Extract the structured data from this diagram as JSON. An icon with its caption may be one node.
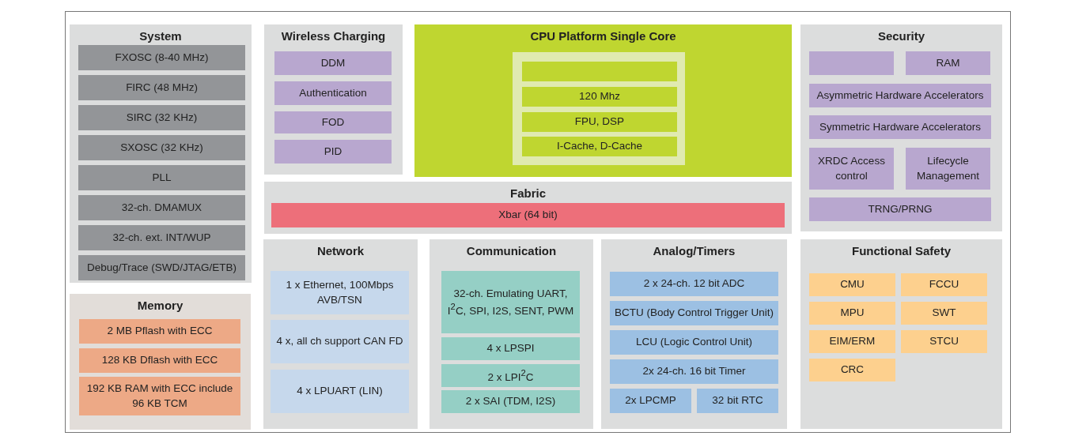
{
  "diagram": {
    "nodes": [
      {
        "text": [
          "System"
        ]
      },
      {
        "text": [
          "FXOSC (8-40 MHz)"
        ],
        "in": 0
      },
      {
        "text": [
          "FIRC (48 MHz)"
        ],
        "in": 0
      },
      {
        "text": [
          "SIRC (32 KHz)"
        ],
        "in": 0
      },
      {
        "text": [
          "SXOSC (32 KHz)"
        ],
        "in": 0
      },
      {
        "text": [
          "PLL"
        ],
        "in": 0
      },
      {
        "text": [
          "32-ch. DMAMUX"
        ],
        "in": 0
      },
      {
        "text": [
          "32-ch. ext. INT/WUP"
        ],
        "in": 0
      },
      {
        "text": [
          "Debug/Trace (SWD/JTAG/ETB)"
        ],
        "in": 0
      },
      {
        "text": [
          "Memory"
        ]
      },
      {
        "text": [
          "2 MB Pflash with ECC"
        ],
        "in": 9
      },
      {
        "text": [
          "128 KB Dflash with ECC"
        ],
        "in": 9
      },
      {
        "text": [
          "192 KB RAM with ECC include 96 KB TCM"
        ],
        "in": 9
      },
      {
        "text": [
          "Wireless Charging"
        ]
      },
      {
        "text": [
          "DDM"
        ],
        "in": 13
      },
      {
        "text": [
          "Authentication"
        ],
        "in": 13
      },
      {
        "text": [
          "FOD"
        ],
        "in": 13
      },
      {
        "text": [
          "PID"
        ],
        "in": 13
      },
      {
        "text": [
          "CPU Platform Single Core"
        ]
      },
      {
        "text": [],
        "shape": "box",
        "in": 18
      },
      {
        "text": [
          "120 Mhz"
        ],
        "in": 18
      },
      {
        "text": [
          "FPU, DSP"
        ],
        "in": 18
      },
      {
        "text": [
          "I-Cache, D-Cache"
        ],
        "in": 18
      },
      {
        "text": [
          "Fabric"
        ]
      },
      {
        "text": [
          "Xbar (64 bit)"
        ],
        "in": 23
      },
      {
        "text": [
          "Security"
        ]
      },
      {
        "text": [],
        "shape": "box",
        "in": 25
      },
      {
        "text": [
          "RAM"
        ],
        "in": 25
      },
      {
        "text": [
          "Asymmetric Hardware Accelerators"
        ],
        "in": 25
      },
      {
        "text": [
          "Symmetric Hardware Accelerators"
        ],
        "in": 25
      },
      {
        "text": [
          "XRDC Access control"
        ],
        "in": 25
      },
      {
        "text": [
          "Lifecycle Management"
        ],
        "in": 25
      },
      {
        "text": [
          "TRNG/PRNG"
        ],
        "in": 25
      },
      {
        "text": [
          "Network"
        ]
      },
      {
        "text": [
          "1 x Ethernet, 100Mbps AVB/TSN"
        ],
        "in": 33
      },
      {
        "text": [
          "4 x, all ch support CAN FD"
        ],
        "in": 33
      },
      {
        "text": [
          "4 x LPUART (LIN)"
        ],
        "in": 33
      },
      {
        "text": [
          "Communication"
        ]
      },
      {
        "text": [
          "32-ch. Emulating UART, I$^{2}$C, SPI, I2S, SENT, PWM"
        ],
        "in": 37
      },
      {
        "text": [
          "4 x LPSPI"
        ],
        "in": 37
      },
      {
        "text": [
          "2 x LPI$^{2}$C"
        ],
        "in": 37
      },
      {
        "text": [
          "2 x SAI (TDM, I2S)"
        ],
        "in": 37
      },
      {
        "text": [
          "Analog/Timers"
        ]
      },
      {
        "text": [
          "2 x 24-ch. 12 bit ADC"
        ],
        "in": 42
      },
      {
        "text": [
          "BCTU (Body Control Trigger Unit)"
        ],
        "in": 42
      },
      {
        "text": [
          "LCU (Logic Control Unit)"
        ],
        "in": 42
      },
      {
        "text": [
          "2x 24-ch. 16 bit Timer"
        ],
        "in": 42
      },
      {
        "text": [
          "2x LPCMP"
        ],
        "in": 42
      },
      {
        "text": [
          "32 bit RTC"
        ],
        "in": 42
      },
      {
        "text": [
          "Functional Safety"
        ]
      },
      {
        "text": [
          "CMU"
        ],
        "in": 49
      },
      {
        "text": [
          "FCCU"
        ],
        "in": 49
      },
      {
        "text": [
          "MPU"
        ],
        "in": 49
      },
      {
        "text": [
          "SWT"
        ],
        "in": 49
      },
      {
        "text": [
          "EIM/ERM"
        ],
        "in": 49
      },
      {
        "text": [
          "STCU"
        ],
        "in": 49
      },
      {
        "text": [
          "CRC"
        ],
        "in": 49
      }
    ]
  }
}
